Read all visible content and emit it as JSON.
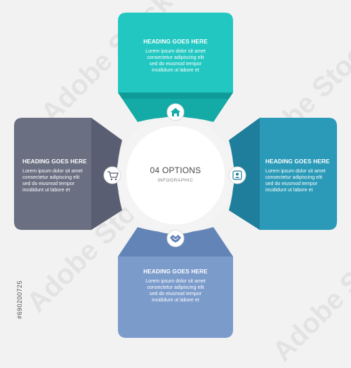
{
  "center": {
    "title": "04 OPTIONS",
    "subtitle": "INFOGRAPHIC"
  },
  "options": {
    "top": {
      "heading": "HEADING GOES HERE",
      "line1": "Lorem ipsum dolor sit amet",
      "line2": "consectetur adipiscing elit",
      "line3": "sed do eiusmod tempor",
      "line4": "incididunt ut labore et",
      "icon": "home-icon",
      "color": "#22c7c2"
    },
    "right": {
      "heading": "HEADING GOES HERE",
      "line1": "Lorem ipsum dolor sit amet",
      "line2": "consectetur adipiscing elit",
      "line3": "sed do eiusmod tempor",
      "line4": "incididunt ut labore et",
      "icon": "user-icon",
      "color": "#2a9ab8"
    },
    "bottom": {
      "heading": "HEADING GOES HERE",
      "line1": "Lorem ipsum dolor sit amet",
      "line2": "consectetur adipiscing elit",
      "line3": "sed do eiusmod tempor",
      "line4": "incididunt ut labore et",
      "icon": "handshake-icon",
      "color": "#7b9bcb"
    },
    "left": {
      "heading": "HEADING GOES HERE",
      "line1": "Lorem ipsum dolor sit amet",
      "line2": "consectetur adipiscing elit",
      "line3": "sed do eiusmod tempor",
      "line4": "incididunt ut labore et",
      "icon": "shopping-cart-icon",
      "color": "#6a6f82"
    }
  },
  "watermark": {
    "text": "Adobe Stock",
    "stock_id": "#690200725"
  }
}
